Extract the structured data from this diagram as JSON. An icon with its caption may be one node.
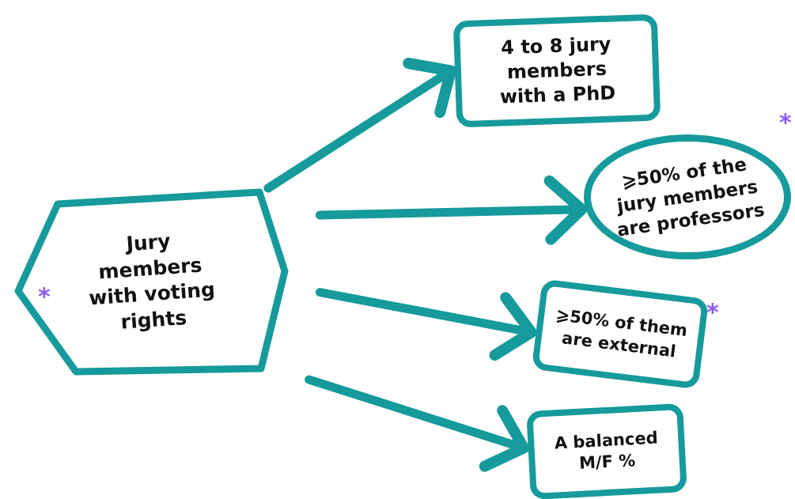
{
  "diagram": {
    "nodes": [
      {
        "text": [
          "*",
          "Jury members with voting rights"
        ]
      },
      {
        "text": [
          "4 to 8 jury members with a PhD"
        ]
      },
      {
        "text": [
          "⩾50% of the jury members are professors"
        ],
        "beside": [
          "*"
        ]
      },
      {
        "text": [
          "⩾50% of them are external"
        ],
        "beside": [
          "*"
        ]
      },
      {
        "text": [
          "A balanced M/F %"
        ]
      }
    ],
    "edges": [
      {
        "from": 0,
        "to": 1,
        "arrow": "to"
      },
      {
        "from": 0,
        "to": 2,
        "arrow": "to"
      },
      {
        "from": 0,
        "to": 3,
        "arrow": "to"
      },
      {
        "from": 0,
        "to": 4,
        "arrow": "to"
      }
    ]
  }
}
